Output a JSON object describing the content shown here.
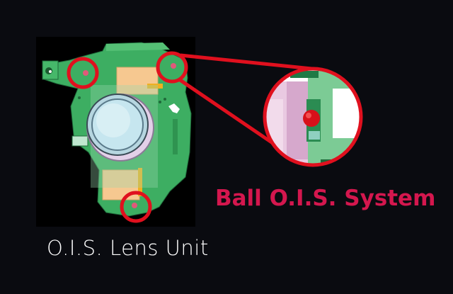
{
  "labels": {
    "unit_caption": "O.I.S. Lens Unit",
    "system_title": "Ball O.I.S. System"
  },
  "colors": {
    "background": "#0a0b10",
    "accent_red": "#e0101e",
    "title_red": "#d4174e",
    "board_green": "#3dae62",
    "flex_orange": "#f6c890"
  },
  "illustration": {
    "subject": "lens-unit-diagram",
    "highlight_circles": 3,
    "magnified_detail": "ball-bearing"
  }
}
